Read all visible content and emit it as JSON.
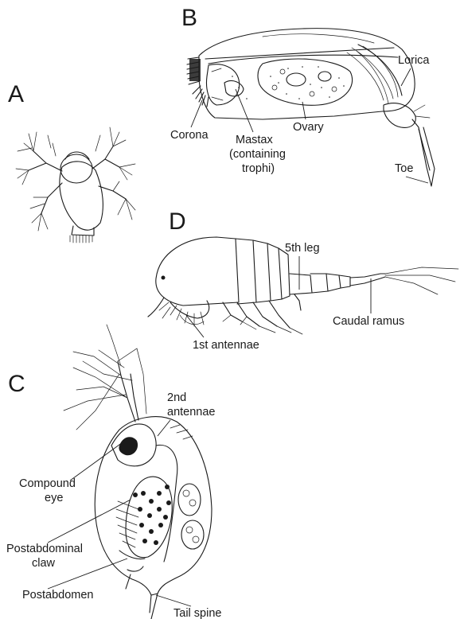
{
  "panels": {
    "a": {
      "letter": "A"
    },
    "b": {
      "letter": "B",
      "labels": {
        "lorica": "Lorica",
        "corona": "Corona",
        "mastax_line1": "Mastax",
        "mastax_line2": "(containing",
        "mastax_line3": "trophi)",
        "ovary": "Ovary",
        "toe": "Toe"
      }
    },
    "d": {
      "letter": "D",
      "labels": {
        "fifth_leg": "5th leg",
        "caudal_ramus": "Caudal ramus",
        "first_antennae": "1st antennae"
      }
    },
    "c": {
      "letter": "C",
      "labels": {
        "second_antennae_line1": "2nd",
        "second_antennae_line2": "antennae",
        "compound_eye_line1": "Compound",
        "compound_eye_line2": "eye",
        "postabdominal_claw_line1": "Postabdominal",
        "postabdominal_claw_line2": "claw",
        "postabdomen": "Postabdomen",
        "tail_spine": "Tail spine"
      }
    }
  }
}
